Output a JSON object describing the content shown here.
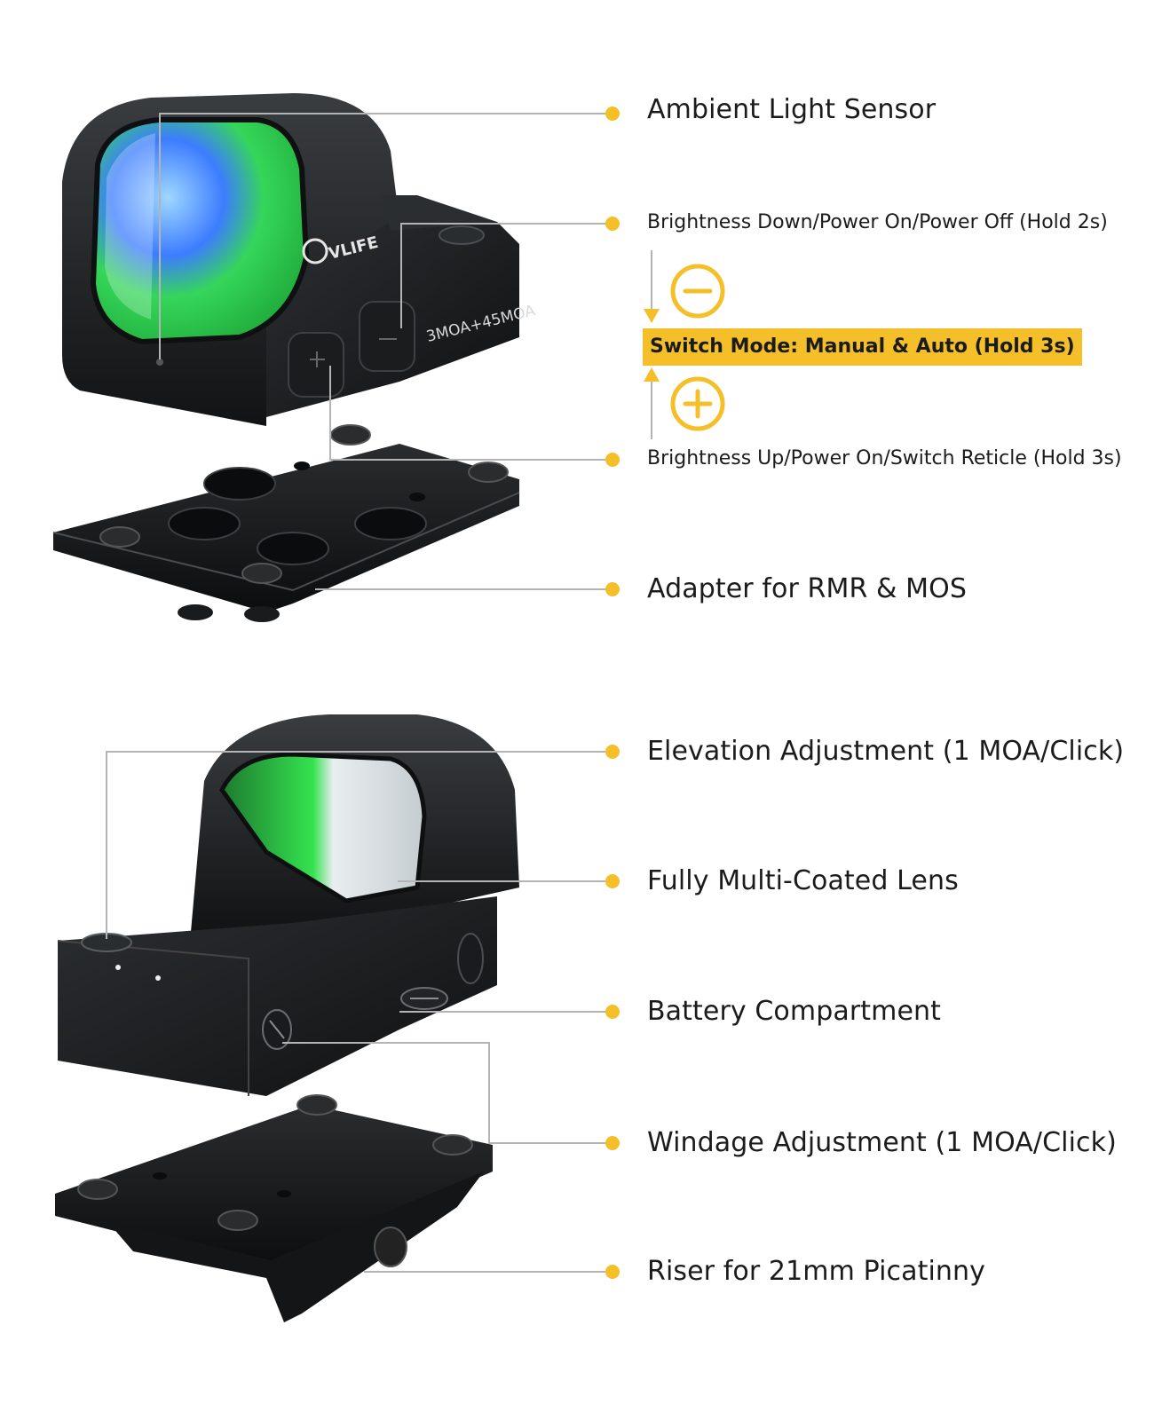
{
  "brand": "CVLIFE",
  "model_marking": "3MOA+45MOA",
  "colors": {
    "accent": "#f5bf2a",
    "leader_line": "#b4b4b4",
    "body": "#1f2123",
    "lens_green": "#2ee04a"
  },
  "callouts": {
    "ambient_light_sensor": "Ambient Light Sensor",
    "brightness_down": "Brightness Down/Power On/Power Off (Hold 2s)",
    "switch_mode": "Switch Mode: Manual & Auto (Hold 3s)",
    "brightness_up": "Brightness Up/Power On/Switch Reticle (Hold 3s)",
    "adapter": "Adapter for RMR & MOS",
    "elevation": "Elevation Adjustment (1 MOA/Click)",
    "lens": "Fully Multi-Coated Lens",
    "battery": "Battery Compartment",
    "windage": "Windage Adjustment (1 MOA/Click)",
    "riser": "Riser for 21mm Picatinny"
  },
  "icons": [
    "minus-circle-icon",
    "plus-circle-icon"
  ]
}
